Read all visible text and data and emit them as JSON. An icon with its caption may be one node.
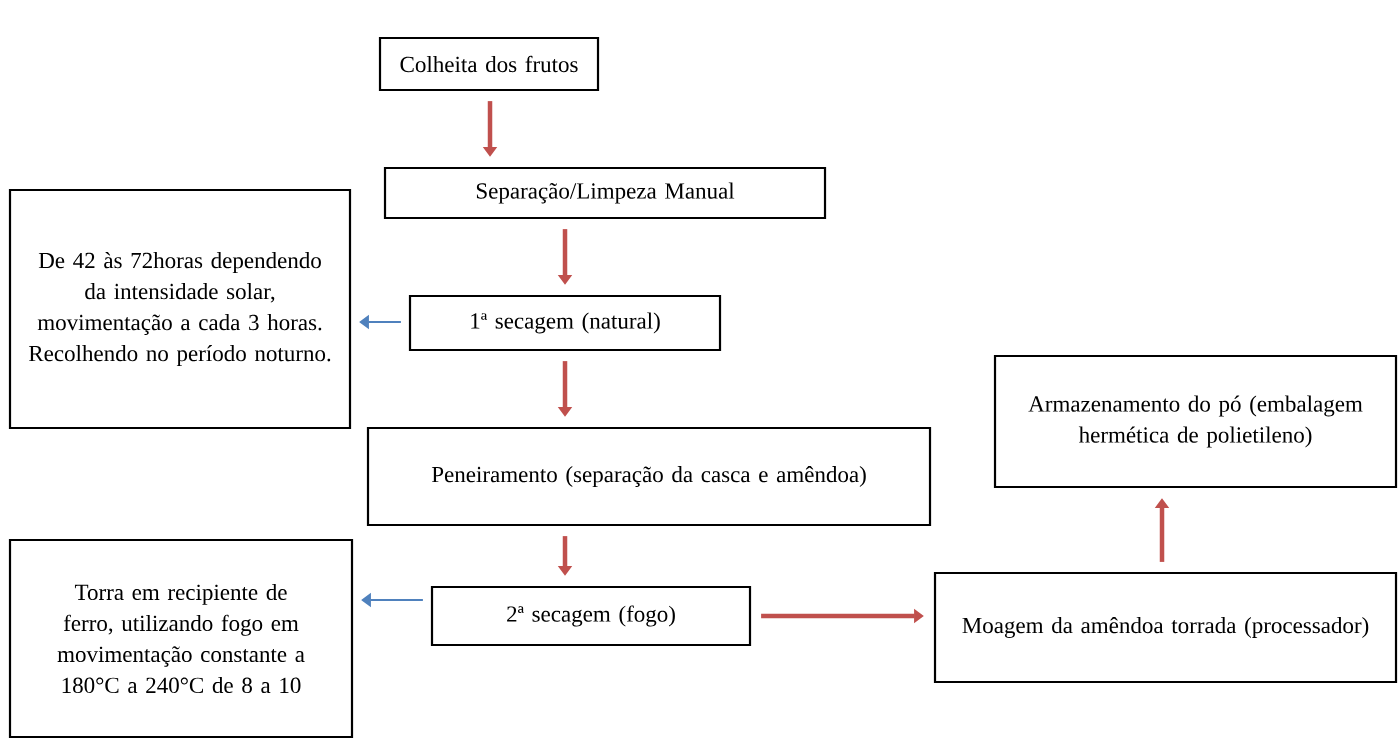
{
  "diagram": {
    "nodes": [
      {
        "text": [
          "Colheita dos frutos"
        ]
      },
      {
        "text": [
          "Separação/Limpeza Manual"
        ]
      },
      {
        "text": [
          "De 42 às 72horas dependendo da intensidade solar, movimentação a cada 3 horas. Recolhendo no período noturno."
        ]
      },
      {
        "text": [
          "1ª secagem (natural)"
        ]
      },
      {
        "text": [
          "Peneiramento (separação da casca e amêndoa)"
        ]
      },
      {
        "text": [
          "Armazenamento do pó (embalagem hermética de polietileno)"
        ]
      },
      {
        "text": [
          "Torra em recipiente de ferro, utilizando fogo em movimentação constante a 180°C a 240°C de 8 a 10"
        ]
      },
      {
        "text": [
          "2ª secagem (fogo)"
        ]
      },
      {
        "text": [
          "Moagem da amêndoa torrada (processador)"
        ]
      }
    ],
    "edges": [
      {
        "from": 0,
        "to": 1,
        "arrow": "to"
      },
      {
        "from": 1,
        "to": 3,
        "arrow": "to"
      },
      {
        "from": 3,
        "to": 2,
        "arrow": "to",
        "color": "#4f81bd"
      },
      {
        "from": 3,
        "to": 4,
        "arrow": "to"
      },
      {
        "from": 4,
        "to": 7,
        "arrow": "to"
      },
      {
        "from": 7,
        "to": 6,
        "arrow": "to",
        "color": "#4f81bd"
      },
      {
        "from": 7,
        "to": 8,
        "arrow": "to"
      },
      {
        "from": 8,
        "to": 5,
        "arrow": "to"
      }
    ]
  }
}
